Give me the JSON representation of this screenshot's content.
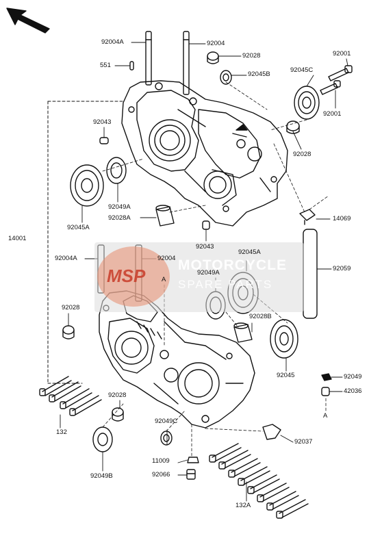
{
  "labels": {
    "l_92004A_top": "92004A",
    "l_92004_top": "92004",
    "l_92028_top": "92028",
    "l_551": "551",
    "l_92045B": "92045B",
    "l_92001_a": "92001",
    "l_92045C": "92045C",
    "l_92001_b": "92001",
    "l_92043_top": "92043",
    "l_92028_right": "92028",
    "l_92045A_left": "92045A",
    "l_92049A_left": "92049A",
    "l_92028A": "92028A",
    "l_14001": "14001",
    "l_92043_mid": "92043",
    "l_14069": "14069",
    "l_92004A_low": "92004A",
    "l_92004_low": "92004",
    "l_92045A_right": "92045A",
    "l_92049A_right": "92049A",
    "l_92059": "92059",
    "l_A_mid": "A",
    "l_92028_low": "92028",
    "l_92028B": "92028B",
    "l_92045": "92045",
    "l_92049": "92049",
    "l_42036": "42036",
    "l_A_right": "A",
    "l_92028_bot": "92028",
    "l_132": "132",
    "l_92049C": "92049C",
    "l_92037": "92037",
    "l_11009": "11009",
    "l_92049B": "92049B",
    "l_92066": "92066",
    "l_132A": "132A"
  },
  "watermark": {
    "logo": "MSP",
    "title": "MOTORCYCLE",
    "subtitle": "SPARE PARTS"
  },
  "colors": {
    "ink": "#111111",
    "watermark_red": "#c83c28",
    "watermark_gray": "#dcdcdc"
  }
}
